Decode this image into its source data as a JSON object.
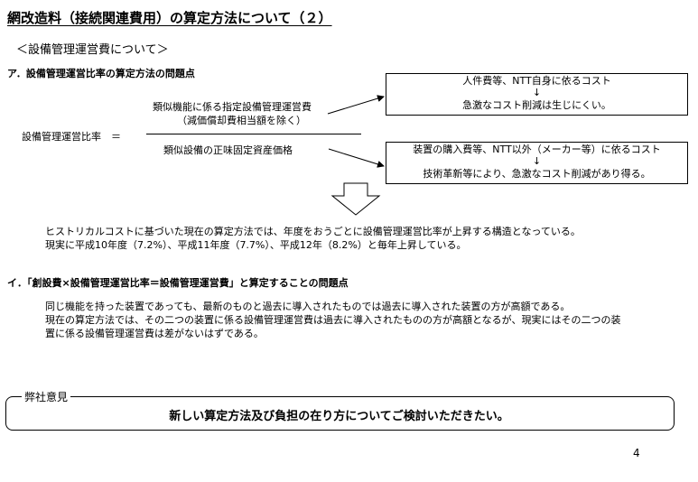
{
  "title": "網改造料（接続関連費用）の算定方法について（２）",
  "subheading": "＜設備管理運営費について＞",
  "section_a": {
    "heading": "ア．設備管理運営比率の算定方法の問題点",
    "ratio_label": "設備管理運営比率　＝",
    "numerator_line1": "類似機能に係る指定設備管理運営費",
    "numerator_line2": "（減価償却費相当額を除く）",
    "denominator": "類似設備の正味固定資産価格",
    "box_top": {
      "line1": "人件費等、NTT自身に依るコスト",
      "arrow": "↓",
      "line2": "急激なコスト削減は生じにくい。"
    },
    "box_bottom": {
      "line1": "装置の購入費等、NTT以外（メーカー等）に依るコスト",
      "arrow": "↓",
      "line2": "技術革新等により、急激なコスト削減があり得る。"
    },
    "para_line1": "ヒストリカルコストに基づいた現在の算定方法では、年度をおうごとに設備管理運営比率が上昇する構造となっている。",
    "para_line2": "現実に平成10年度（7.2%）、平成11年度（7.7%）、平成12年（8.2%）と毎年上昇している。"
  },
  "section_i": {
    "heading": "イ．「創設費×設備管理運営比率＝設備管理運営費」と算定することの問題点",
    "para_line1": "同じ機能を持った装置であっても、最新のものと過去に導入されたものでは過去に導入された装置の方が高額である。",
    "para_line2": "現在の算定方法では、その二つの装置に係る設備管理運営費は過去に導入されたものの方が高額となるが、現実にはその二つの装",
    "para_line3": "置に係る設備管理運営費は差がないはずである。"
  },
  "opinion": {
    "label": "弊社意見",
    "text": "新しい算定方法及び負担の在り方についてご検討いただきたい。"
  },
  "page_number": "4"
}
